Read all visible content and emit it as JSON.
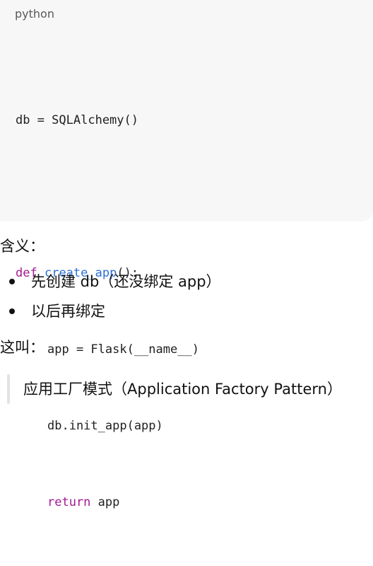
{
  "code_block": {
    "language": "python",
    "lines": {
      "l1": "db = SQLAlchemy()",
      "l2_kw": "def",
      "l2_fn": "create_app",
      "l2_rest": "():",
      "l3": "app = Flask(__name__)",
      "l4": "db.init_app(app)",
      "l5_kw": "return",
      "l5_rest": " app"
    }
  },
  "meaning": {
    "label": "含义：",
    "items": [
      "先创建 db（还没绑定 app）",
      "以后再绑定"
    ]
  },
  "called": {
    "label": "这叫：",
    "quote": "应用工厂模式（Application Factory Pattern）"
  },
  "colors": {
    "keyword": "#a31a8f",
    "function": "#2c6fd6",
    "code_background": "#f7f7f7"
  }
}
